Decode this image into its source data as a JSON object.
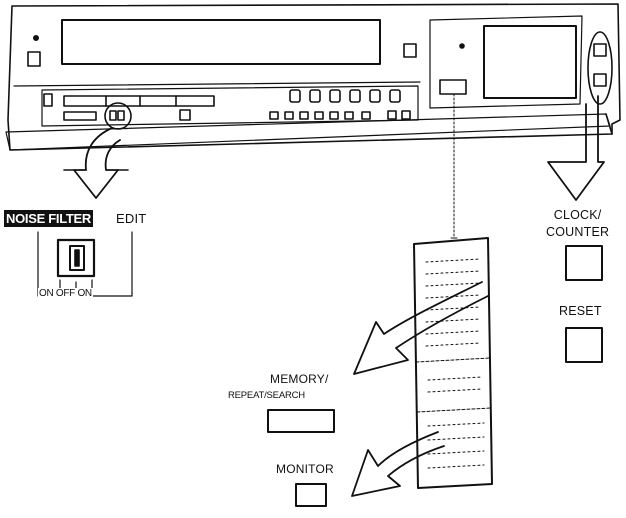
{
  "labels": {
    "noise_filter": "NOISE FILTER",
    "edit": "EDIT",
    "on_off_on": "ON OFF ON",
    "clock_counter_line1": "CLOCK/",
    "clock_counter_line2": "COUNTER",
    "reset": "RESET",
    "memory": "MEMORY/",
    "repeat_search": "REPEAT/SEARCH",
    "monitor": "MONITOR"
  },
  "colors": {
    "ink": "#111111",
    "paper": "#ffffff"
  }
}
